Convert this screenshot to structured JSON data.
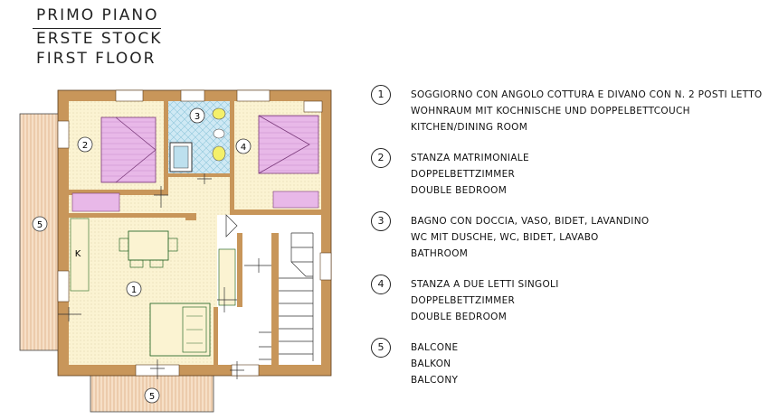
{
  "header": {
    "title_it": "PRIMO PIANO",
    "title_de": "ERSTE STOCK",
    "title_en": "FIRST FLOOR"
  },
  "plan": {
    "room_numbers": [
      "1",
      "2",
      "3",
      "4",
      "5",
      "5"
    ],
    "kitchen_mark": "K"
  },
  "legend": [
    {
      "num": "1",
      "lines": [
        "SOGGIORNO CON ANGOLO COTTURA E DIVANO CON N. 2 POSTI LETTO",
        "WOHNRAUM MIT KOCHNISCHE UND DOPPELBETTCOUCH",
        "KITCHEN/DINING ROOM"
      ]
    },
    {
      "num": "2",
      "lines": [
        "STANZA MATRIMONIALE",
        "DOPPELBETTZIMMER",
        "DOUBLE BEDROOM"
      ]
    },
    {
      "num": "3",
      "lines": [
        "BAGNO CON DOCCIA, VASO, BIDET, LAVANDINO",
        "WC MIT DUSCHE, WC, BIDET, LAVABO",
        "BATHROOM"
      ]
    },
    {
      "num": "4",
      "lines": [
        "STANZA A DUE LETTI SINGOLI",
        "DOPPELBETTZIMMER",
        "DOUBLE BEDROOM"
      ]
    },
    {
      "num": "5",
      "lines": [
        "BALCONE",
        "BALKON",
        "BALCONY"
      ]
    }
  ],
  "colors": {
    "wall": "#c8965a",
    "floor": "#fbf3d2",
    "bed": "#e8b8e8",
    "bath_tile": "#cfe9f4",
    "balcony": "#f6dfc6",
    "fixture": "#f4f06a"
  }
}
